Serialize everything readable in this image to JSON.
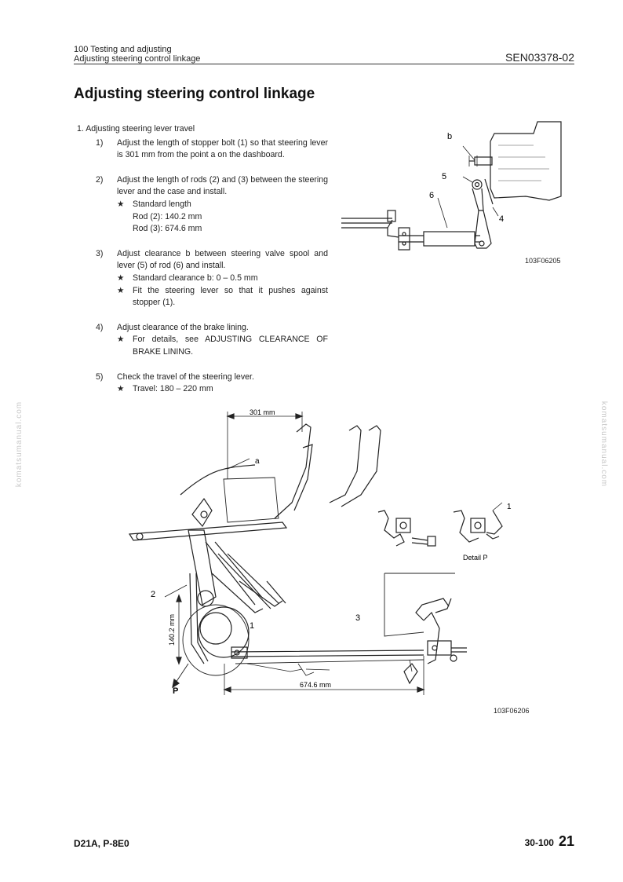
{
  "header": {
    "section": "100 Testing and adjusting",
    "subsection": "Adjusting steering control linkage",
    "doc_code": "SEN03378-02"
  },
  "title": "Adjusting steering control linkage",
  "section_heading": "1. Adjusting steering lever travel",
  "steps": [
    {
      "num": "1)",
      "text": "Adjust the length of stopper bolt (1) so that steering lever is 301 mm from the point a on the dashboard."
    },
    {
      "num": "2)",
      "text": "Adjust the length of rods (2) and (3) between the steering lever and the case and install."
    },
    {
      "num": "3)",
      "text": "Adjust clearance b between steering valve spool and lever (5) of rod (6) and install."
    },
    {
      "num": "4)",
      "text": "Adjust clearance of the brake lining."
    },
    {
      "num": "5)",
      "text": "Check the travel of the steering lever."
    }
  ],
  "notes": {
    "star": "★",
    "std_length": "Standard length",
    "rod2": "Rod (2): 140.2 mm",
    "rod3": "Rod (3): 674.6 mm",
    "std_clearance": "Standard clearance b: 0 – 0.5 mm",
    "fit_lever": "Fit the steering lever so that it pushes against stopper (1).",
    "details": "For details, see ADJUSTING CLEARANCE OF BRAKE LINING.",
    "travel": "Travel: 180 – 220 mm"
  },
  "figure1": {
    "code": "103F06205",
    "labels": {
      "b": "b",
      "five": "5",
      "six": "6",
      "four": "4"
    }
  },
  "figure2": {
    "code": "103F06206",
    "labels": {
      "dim301": "301 mm",
      "a": "a",
      "one_detail": "1",
      "detail_p": "Detail P",
      "two": "2",
      "three": "3",
      "one": "1",
      "dim140": "140.2 mm",
      "p": "P",
      "dim674": "674.6 mm"
    }
  },
  "watermark": "komatsumanual.com",
  "footer": {
    "model": "D21A, P-8E0",
    "doc_page": "30-100",
    "page": "21"
  }
}
